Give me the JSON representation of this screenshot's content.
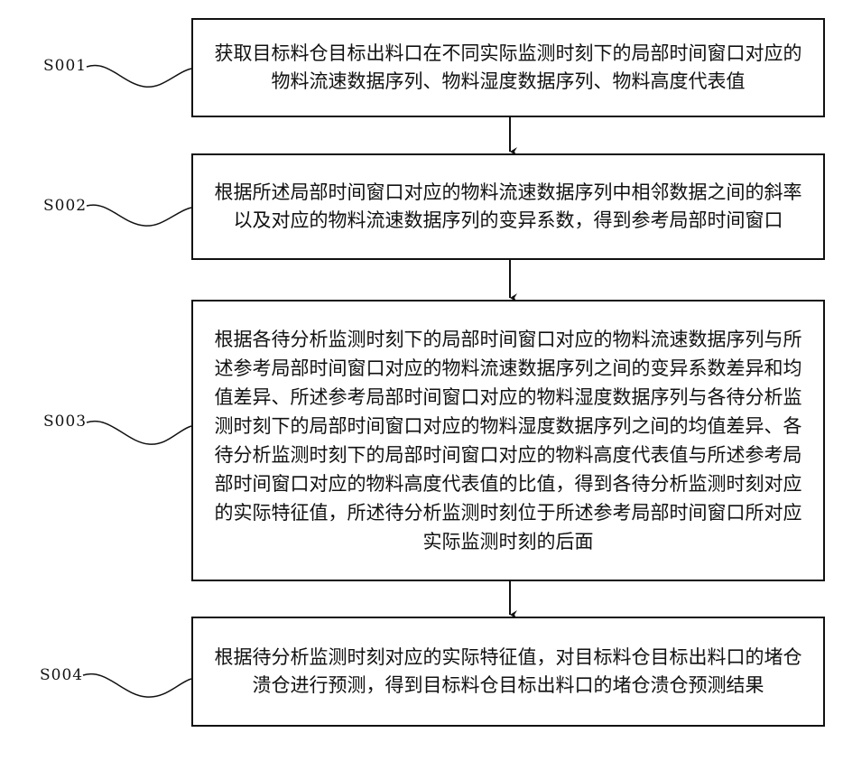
{
  "steps": [
    {
      "label": "S001",
      "text": "获取目标料仓目标出料口在不同实际监测时刻下的局部时间窗口对应的物料流速数据序列、物料湿度数据序列、物料高度代表值"
    },
    {
      "label": "S002",
      "text": "根据所述局部时间窗口对应的物料流速数据序列中相邻数据之间的斜率以及对应的物料流速数据序列的变异系数，得到参考局部时间窗口"
    },
    {
      "label": "S003",
      "text": "根据各待分析监测时刻下的局部时间窗口对应的物料流速数据序列与所述参考局部时间窗口对应的物料流速数据序列之间的变异系数差异和均值差异、所述参考局部时间窗口对应的物料湿度数据序列与各待分析监测时刻下的局部时间窗口对应的物料湿度数据序列之间的均值差异、各待分析监测时刻下的局部时间窗口对应的物料高度代表值与所述参考局部时间窗口对应的物料高度代表值的比值，得到各待分析监测时刻对应的实际特征值，所述待分析监测时刻位于所述参考局部时间窗口所对应实际监测时刻的后面"
    },
    {
      "label": "S004",
      "text": "根据待分析监测时刻对应的实际特征值，对目标料仓目标出料口的堵仓溃仓进行预测，得到目标料仓目标出料口的堵仓溃仓预测结果"
    }
  ]
}
